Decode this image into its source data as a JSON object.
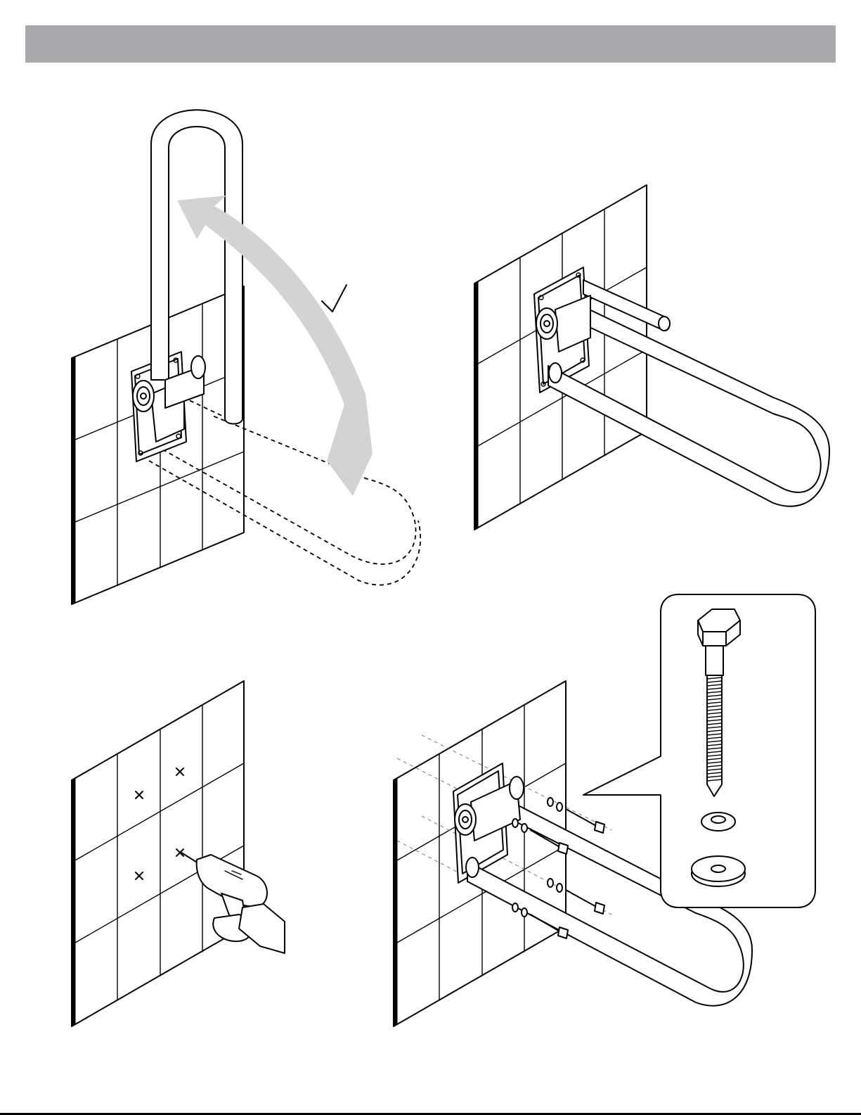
{
  "header": {
    "title": "",
    "bar_color": "#a7a9ac"
  },
  "colors": {
    "ink": "#000000",
    "arrow": "#d1d3d4",
    "paper": "#ffffff"
  },
  "panels": [
    {
      "id": "fold-rotation",
      "icon": "checkmark-icon"
    },
    {
      "id": "folded-down-installed",
      "icon": "grab-bar-icon"
    },
    {
      "id": "drill-marks",
      "icon": "drill-icon",
      "mark_count": 4
    },
    {
      "id": "bolt-mounting",
      "icon": "bolt-icon",
      "bolt_count": 4
    }
  ],
  "hardware_callout": {
    "items": [
      "hex-bolt-icon",
      "lock-washer-icon",
      "flat-washer-icon"
    ]
  }
}
